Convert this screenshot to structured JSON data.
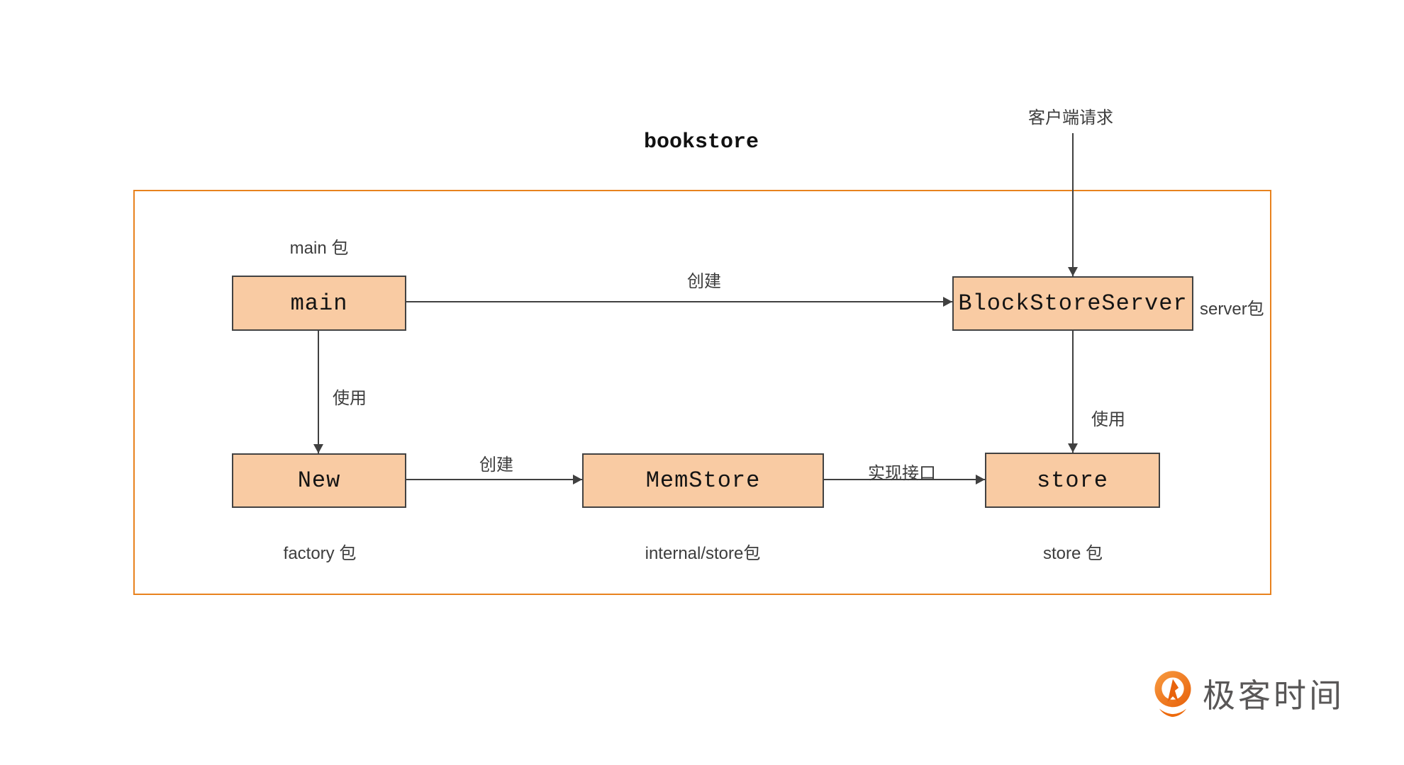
{
  "diagram": {
    "title": "bookstore",
    "client_request": "客户端请求",
    "nodes": {
      "main": "main",
      "block_store_server": "BlockStoreServer",
      "new": "New",
      "mem_store": "MemStore",
      "store": "store"
    },
    "packages": {
      "main_pkg": "main 包",
      "server_pkg": "server包",
      "factory_pkg": "factory 包",
      "internal_store_pkg": "internal/store包",
      "store_pkg": "store 包"
    },
    "edges": {
      "main_creates_server": "创建",
      "main_uses_new": "使用",
      "new_creates_memstore": "创建",
      "memstore_implements_interface": "实现接口",
      "server_uses_store": "使用"
    },
    "colors": {
      "node_fill": "#F9CBA3",
      "node_border": "#424242",
      "boundary_border": "#E8821E",
      "arrow": "#404040",
      "brand_orange": "#ED6A0C",
      "brand_text": "#595757"
    }
  },
  "footer": {
    "brand": "极客时间"
  }
}
